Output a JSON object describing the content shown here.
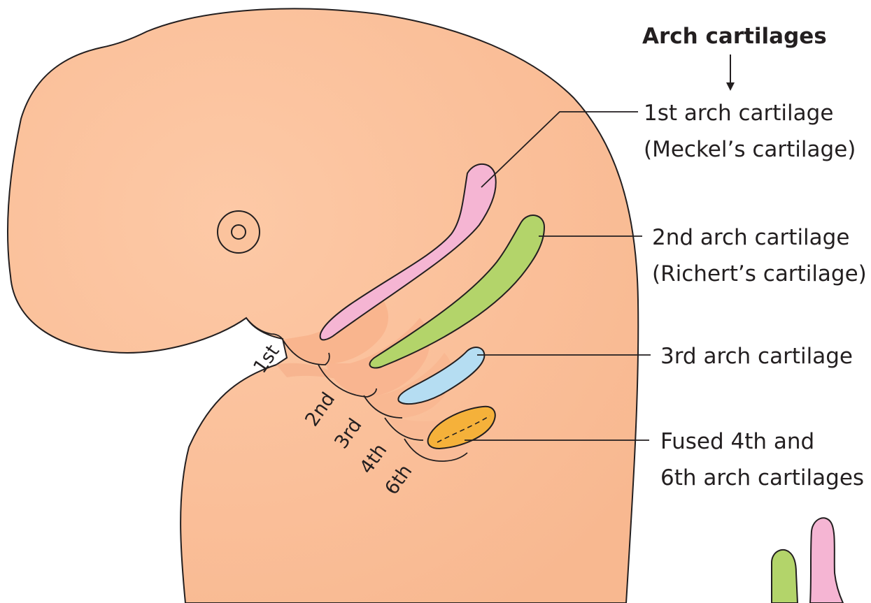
{
  "heading": "Arch cartilages",
  "labels": {
    "first_line1": "1st arch cartilage",
    "first_line2": "(Meckel’s cartilage)",
    "second_line1": "2nd arch cartilage",
    "second_line2": "(Richert’s cartilage)",
    "third": "3rd arch cartilage",
    "fused_line1": "Fused 4th and",
    "fused_line2": "6th arch cartilages"
  },
  "arch_numbers": {
    "first": "1st",
    "second": "2nd",
    "third": "3rd",
    "fourth": "4th",
    "sixth": "6th"
  },
  "colors": {
    "skin": "#fbc39d",
    "skin_shadow": "#f0a47c",
    "first_cartilage": "#f5b5d3",
    "second_cartilage": "#b3d46a",
    "third_cartilage": "#b5ddf2",
    "fused_cartilage": "#f5b13a",
    "outline": "#231f20"
  }
}
